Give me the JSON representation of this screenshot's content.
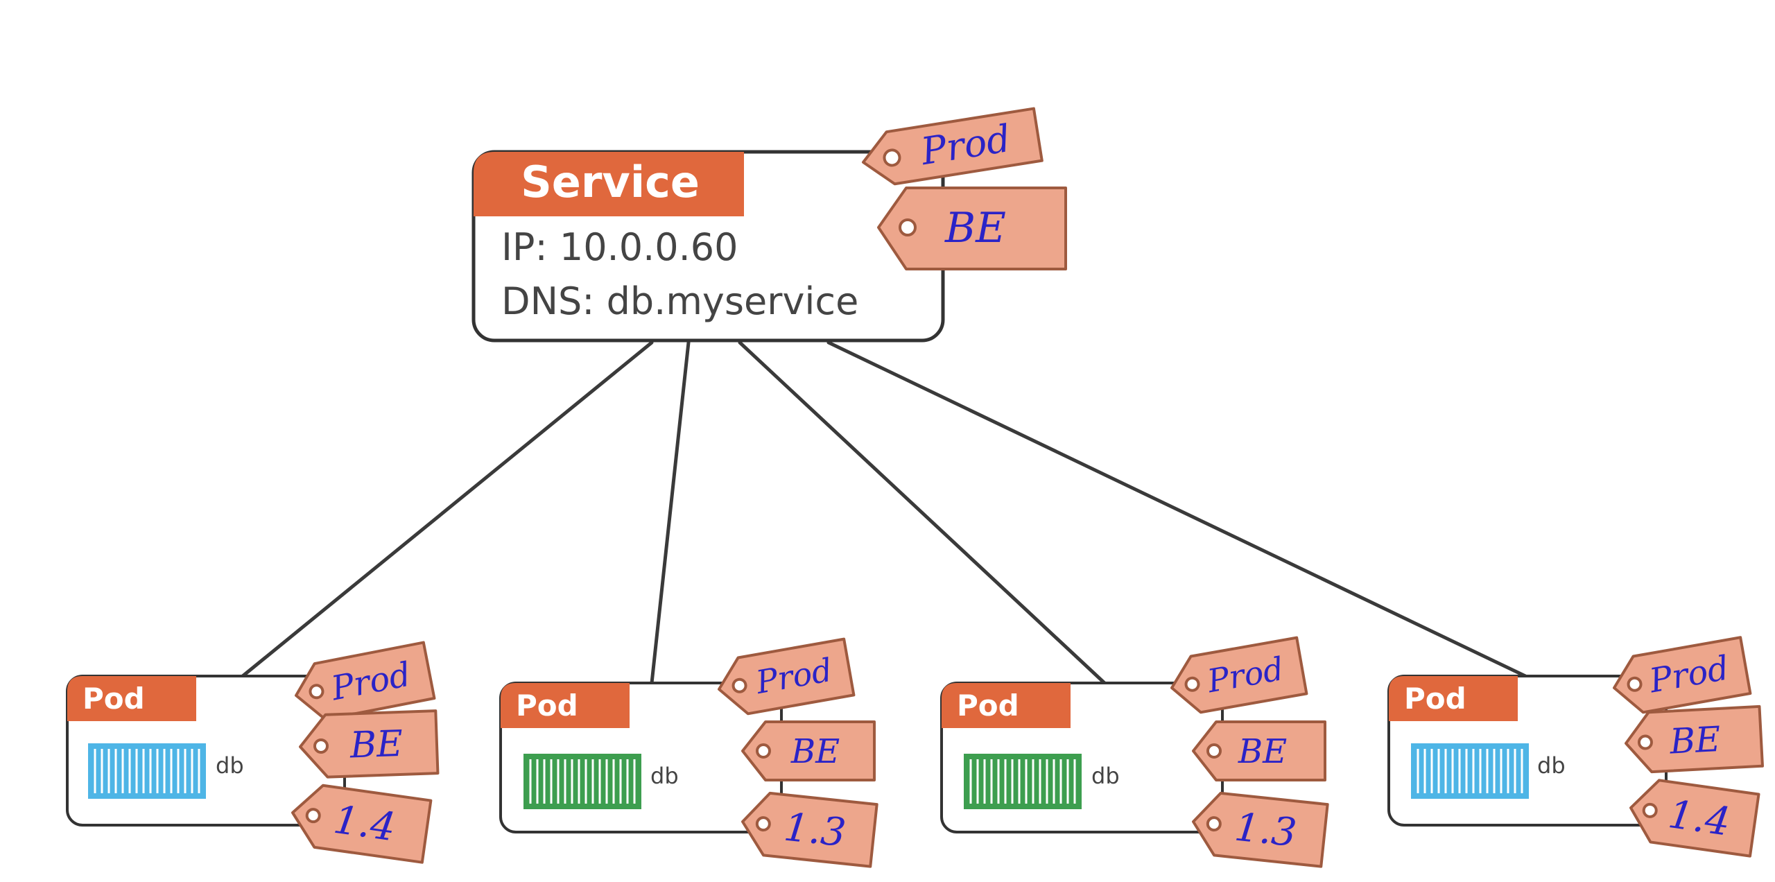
{
  "colors": {
    "accent": "#e0683d",
    "tag_fill": "#eda68c",
    "tag_stroke": "#9e5a3f",
    "tag_ink": "#2a23c7",
    "line": "#3a3a3a",
    "container_blue": "#4eb5e6",
    "container_green": "#3d9e4f"
  },
  "service": {
    "title": "Service",
    "ip": "IP: 10.0.0.60",
    "dns": "DNS: db.myservice",
    "tags": [
      "Prod",
      "BE"
    ]
  },
  "pods": [
    {
      "title": "Pod",
      "container_label": "db",
      "container_icon": "shipping-container-icon",
      "container_color": "blue",
      "tags": [
        "Prod",
        "BE",
        "1.4"
      ]
    },
    {
      "title": "Pod",
      "container_label": "db",
      "container_icon": "shipping-container-icon",
      "container_color": "green",
      "tags": [
        "Prod",
        "BE",
        "1.3"
      ]
    },
    {
      "title": "Pod",
      "container_label": "db",
      "container_icon": "shipping-container-icon",
      "container_color": "green",
      "tags": [
        "Prod",
        "BE",
        "1.3"
      ]
    },
    {
      "title": "Pod",
      "container_label": "db",
      "container_icon": "shipping-container-icon",
      "container_color": "blue",
      "tags": [
        "Prod",
        "BE",
        "1.4"
      ]
    }
  ]
}
